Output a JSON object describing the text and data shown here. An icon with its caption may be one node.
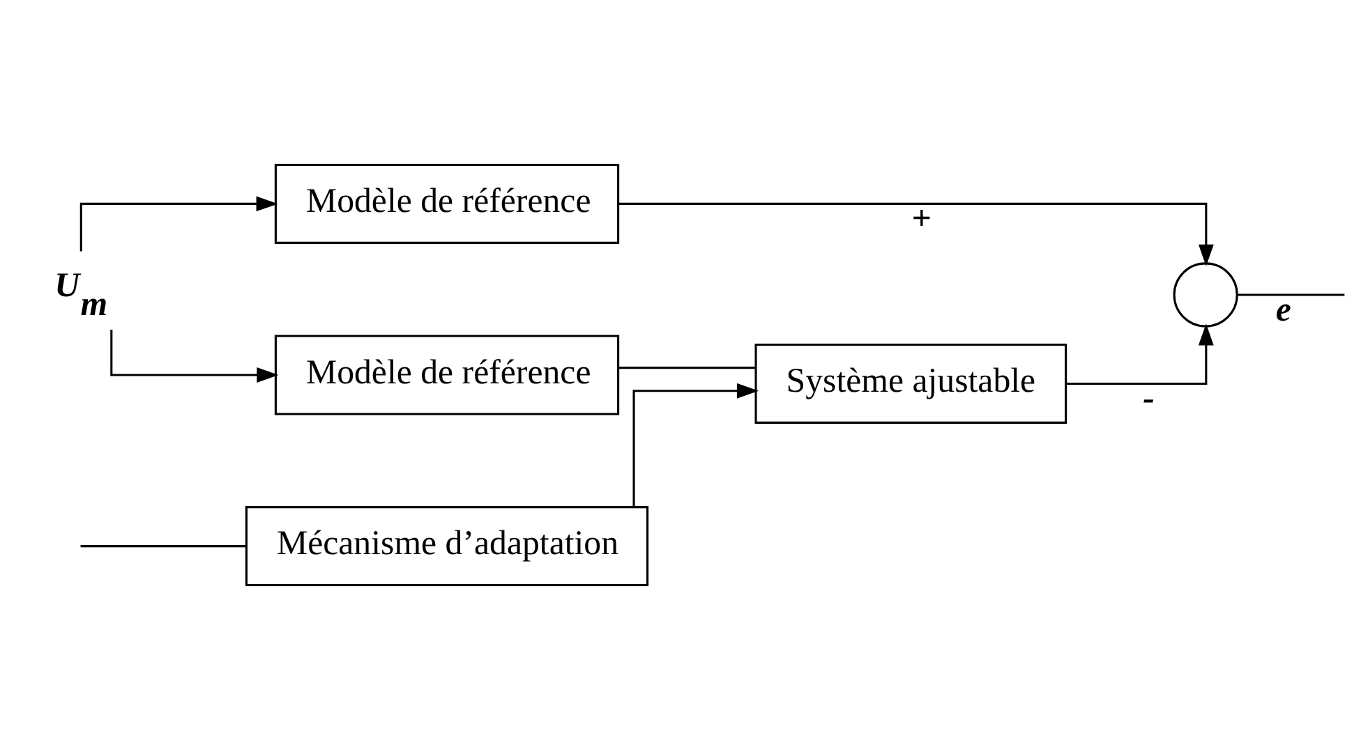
{
  "diagram": {
    "nodes": [
      {
        "text": [
          "U$_{m}$"
        ]
      },
      {
        "text": [
          "Modèle de référence"
        ]
      },
      {
        "text": [
          "Modèle de référence"
        ]
      },
      {
        "text": [
          "Système ajustable"
        ]
      },
      {
        "text": [
          "Mécanisme d’adaptation"
        ]
      },
      {
        "text": [],
        "shape": "circle"
      }
    ],
    "edges": [
      {
        "from": 0,
        "to": 1,
        "arrow": "to"
      },
      {
        "from": 0,
        "to": 2,
        "arrow": "to"
      },
      {
        "from": 1,
        "to": 5,
        "arrow": "to",
        "label": "+"
      },
      {
        "from": 2,
        "to": 3,
        "arrow": "none"
      },
      {
        "from": 3,
        "to": 5,
        "arrow": "to",
        "label": "-"
      },
      {
        "from": 5,
        "to": null,
        "arrow": "none",
        "label": "e"
      },
      {
        "from": null,
        "to": 4,
        "arrow": "none"
      },
      {
        "from": 4,
        "to": 3,
        "arrow": "to"
      }
    ]
  }
}
